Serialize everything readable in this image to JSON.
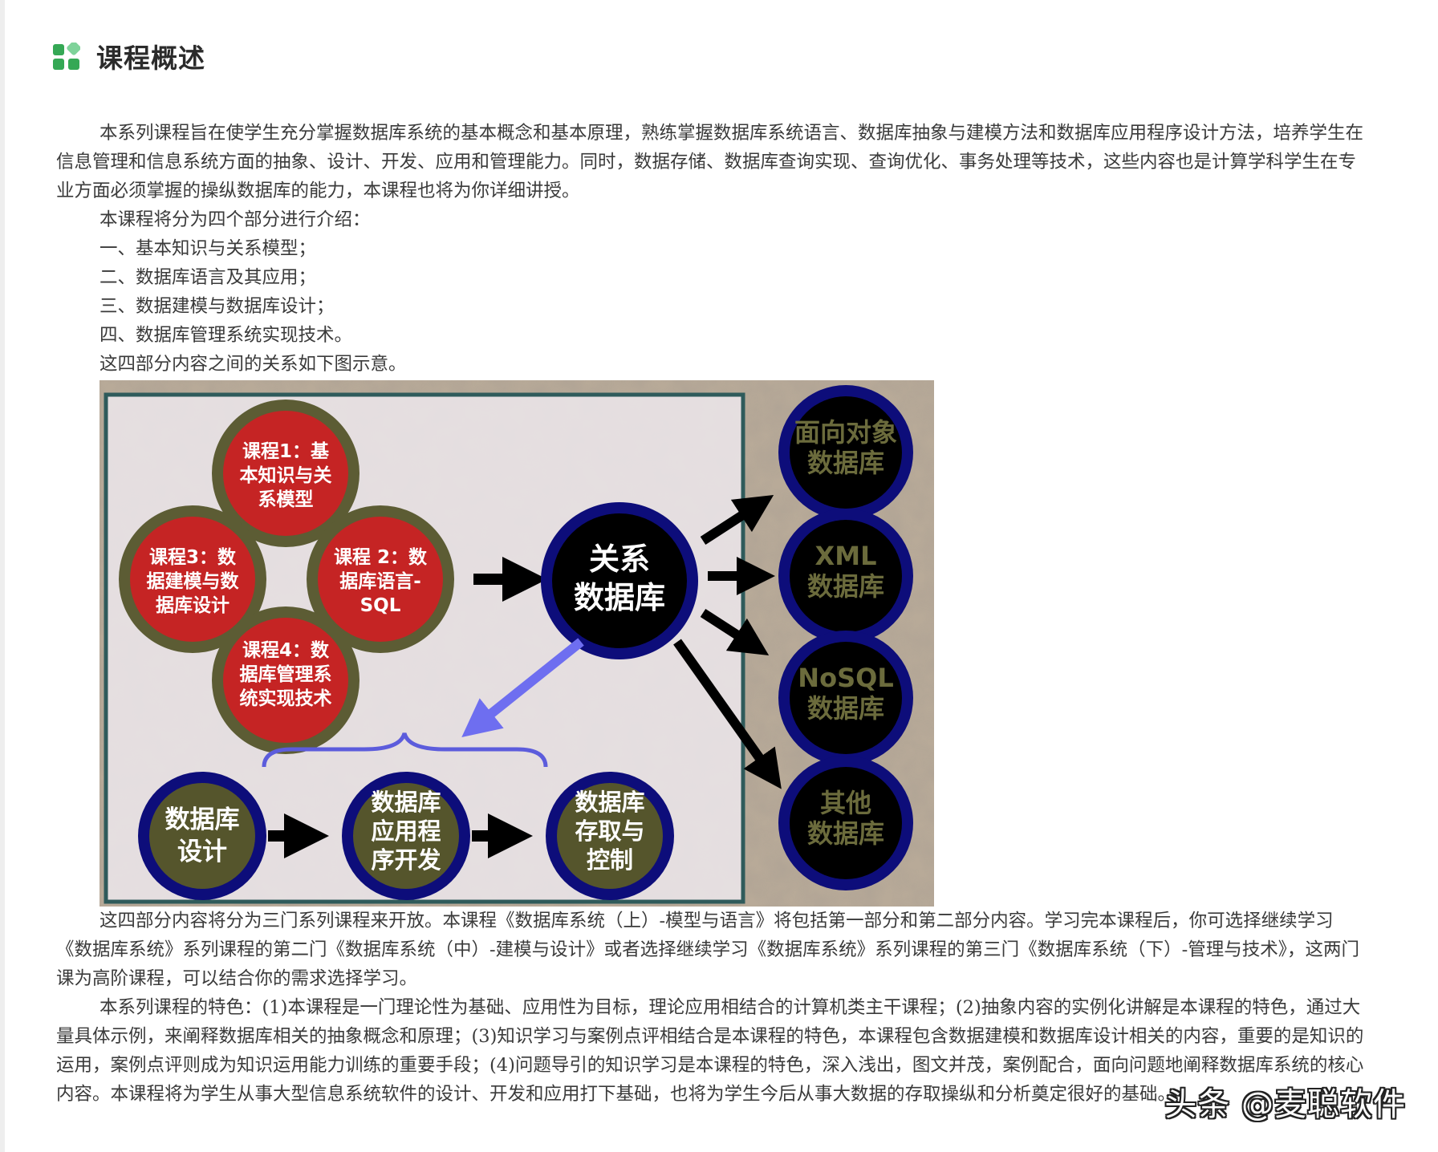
{
  "header": {
    "title": "课程概述",
    "accent_color": "#35a855"
  },
  "intro": {
    "paragraph1": "本系列课程旨在使学生充分掌握数据库系统的基本概念和基本原理，熟练掌握数据库系统语言、数据库抽象与建模方法和数据库应用程序设计方法，培养学生在信息管理和信息系统方面的抽象、设计、开发、应用和管理能力。同时，数据存储、数据库查询实现、查询优化、事务处理等技术，这些内容也是计算学科学生在专业方面必须掌握的操纵数据库的能力，本课程也将为你详细讲授。",
    "parts_intro": "本课程将分为四个部分进行介绍：",
    "parts": [
      "一、基本知识与关系模型；",
      "二、数据库语言及其应用；",
      "三、数据建模与数据库设计；",
      "四、数据库管理系统实现技术。"
    ],
    "figure_caption": "这四部分内容之间的关系如下图示意。"
  },
  "diagram": {
    "course1": [
      "课程1：基",
      "本知识与关",
      "系模型"
    ],
    "course2": [
      "课程 2：数",
      "据库语言-",
      "SQL"
    ],
    "course3": [
      "课程3：数",
      "据建模与数",
      "据库设计"
    ],
    "course4": [
      "课程4：数",
      "据库管理系",
      "统实现技术"
    ],
    "relational": [
      "关系",
      "数据库"
    ],
    "bottom1": [
      "数据库",
      "设计"
    ],
    "bottom2": [
      "数据库",
      "应用程",
      "序开发"
    ],
    "bottom3": [
      "数据库",
      "存取与",
      "控制"
    ],
    "right1": [
      "面向对象",
      "数据库"
    ],
    "right2": [
      "XML",
      "数据库"
    ],
    "right3": [
      "NoSQL",
      "数据库"
    ],
    "right4": [
      "其他",
      "数据库"
    ]
  },
  "body": {
    "paragraph2": "这四部分内容将分为三门系列课程来开放。本课程《数据库系统（上）-模型与语言》将包括第一部分和第二部分内容。学习完本课程后，你可选择继续学习《数据库系统》系列课程的第二门《数据库系统（中）-建模与设计》或者选择继续学习《数据库系统》系列课程的第三门《数据库系统（下）-管理与技术》，这两门课为高阶课程，可以结合你的需求选择学习。",
    "paragraph3": "本系列课程的特色：(1)本课程是一门理论性为基础、应用性为目标，理论应用相结合的计算机类主干课程；(2)抽象内容的实例化讲解是本课程的特色，通过大量具体示例，来阐释数据库相关的抽象概念和原理；(3)知识学习与案例点评相结合是本课程的特色，本课程包含数据建模和数据库设计相关的内容，重要的是知识的运用，案例点评则成为知识运用能力训练的重要手段；(4)问题导引的知识学习是本课程的特色，深入浅出，图文并茂，案例配合，面向问题地阐释数据库系统的核心内容。本课程将为学生从事大型信息系统软件的设计、开发和应用打下基础，也将为学生今后从事大数据的存取操纵和分析奠定很好的基础。"
  },
  "watermark": "头条 @麦聪软件"
}
